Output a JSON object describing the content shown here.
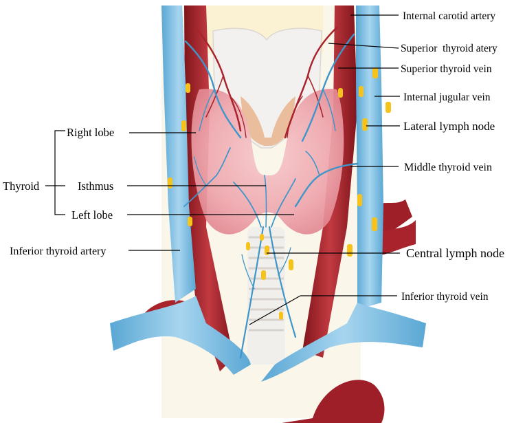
{
  "labels": {
    "internal_carotid_artery": "Internal carotid artery",
    "superior_thyroid_artery": "Superior  thyroid atery",
    "superior_thyroid_vein": "Superior thyroid vein",
    "internal_jugular_vein": "Internal jugular vein",
    "lateral_lymph_node": "Lateral lymph node",
    "middle_thyroid_vein": "Middle thyroid vein",
    "central_lymph_node": "Central lymph node",
    "inferior_thyroid_vein": "Inferior thyroid vein",
    "inferior_thyroid_artery": "Inferior thyroid artery",
    "right_lobe": "Right lobe",
    "isthmus": "Isthmus",
    "left_lobe": "Left lobe",
    "thyroid": "Thyroid"
  },
  "colors": {
    "vein": "#6bb6dd",
    "vein_light": "#a9d6ee",
    "artery": "#a8232b",
    "artery_dark": "#7d1419",
    "thyroid": "#f1b6bb",
    "lymph_node": "#f6c21c",
    "cartilage": "#f1efec"
  }
}
